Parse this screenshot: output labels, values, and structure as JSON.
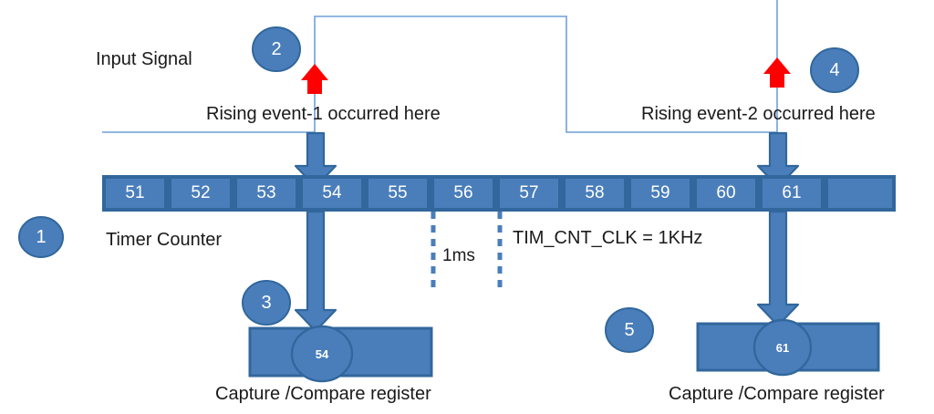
{
  "diagram": {
    "title_labels": {
      "input_signal": "Input Signal",
      "rising_event_1": "Rising event-1 occurred here",
      "rising_event_2": "Rising event-2 occurred here",
      "timer_counter": "Timer Counter",
      "tick_duration": "1ms",
      "clock": "TIM_CNT_CLK = 1KHz",
      "ccr_left": "Capture /Compare register",
      "ccr_right": "Capture /Compare register"
    },
    "colors": {
      "fill": "#4a7ebb",
      "stroke": "#31679c",
      "signal_line": "#6f9fd8",
      "red_arrow": "#ff0000",
      "dash": "#4a7ebb",
      "text": "#1a1a1a",
      "cell_text": "#ffffff"
    },
    "counter_cells": [
      {
        "label": "51"
      },
      {
        "label": "52"
      },
      {
        "label": "53"
      },
      {
        "label": "54"
      },
      {
        "label": "55"
      },
      {
        "label": "56"
      },
      {
        "label": "57"
      },
      {
        "label": "58"
      },
      {
        "label": "59"
      },
      {
        "label": "60"
      },
      {
        "label": "61"
      },
      {
        "label": ""
      }
    ],
    "step_badges": [
      {
        "id": "1",
        "label": "1"
      },
      {
        "id": "2",
        "label": "2"
      },
      {
        "id": "3",
        "label": "3"
      },
      {
        "id": "4",
        "label": "4"
      },
      {
        "id": "5",
        "label": "5"
      }
    ],
    "registers": [
      {
        "name": "capture-compare-register-left",
        "value": "54",
        "caption": "Capture /Compare register"
      },
      {
        "name": "capture-compare-register-right",
        "value": "61",
        "caption": "Capture /Compare register"
      }
    ]
  }
}
